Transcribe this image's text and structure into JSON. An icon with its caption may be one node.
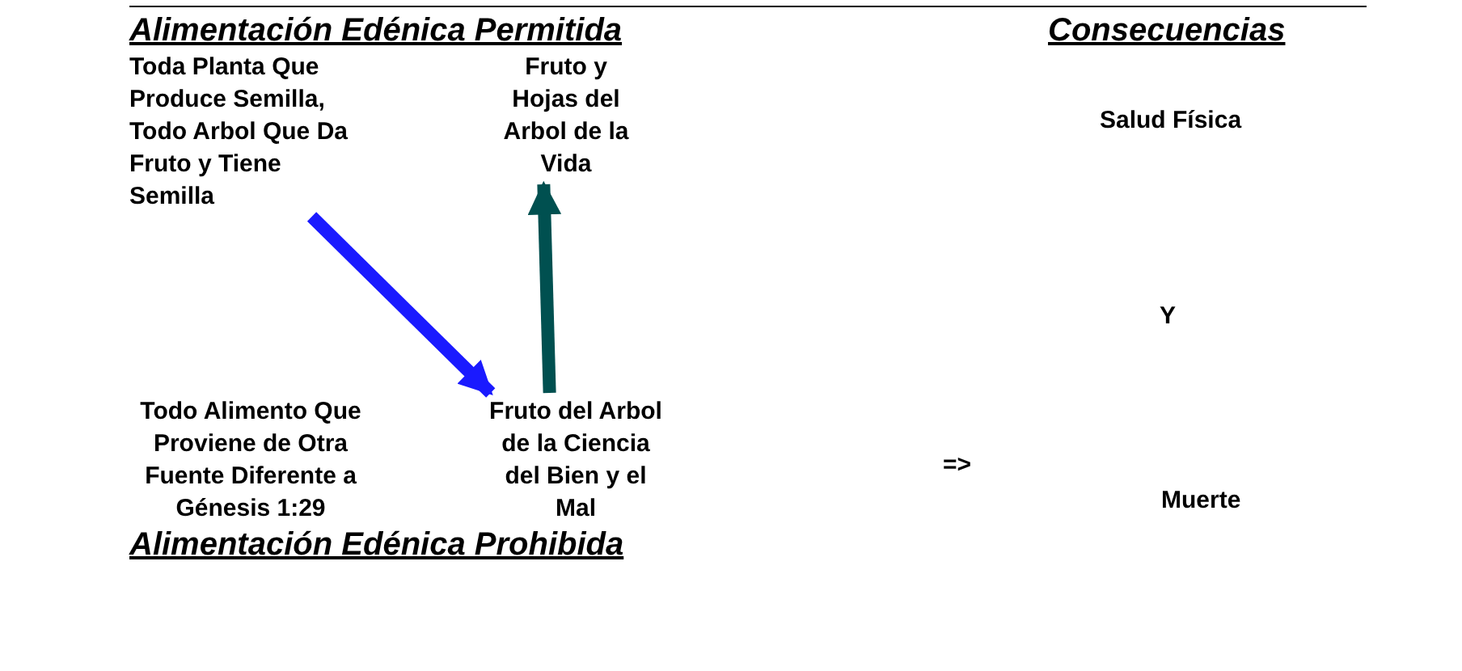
{
  "diagram": {
    "nodes": [
      {
        "text": [
          "Toda Planta Que Produce Semilla, Todo Arbol Que Da Fruto y Tiene Semilla"
        ]
      },
      {
        "text": [
          "Fruto y Hojas del Arbol de la Vida"
        ]
      },
      {
        "text": [
          "Todo Alimento Que Proviene de Otra Fuente Diferente a Génesis 1:29"
        ]
      },
      {
        "text": [
          "Fruto del Arbol de la Ciencia del Bien y el Mal"
        ]
      }
    ],
    "edges": [
      {
        "from": 0,
        "to": 3,
        "arrow": "to",
        "color": "#1a1aff"
      },
      {
        "from": 3,
        "to": 1,
        "arrow": "to",
        "color": "#005050"
      }
    ],
    "labels": [
      "Alimentación Edénica Permitida",
      "Consecuencias",
      "Salud Física",
      "Y",
      "=>",
      "Muerte",
      "Alimentación Edénica Prohibida"
    ]
  }
}
